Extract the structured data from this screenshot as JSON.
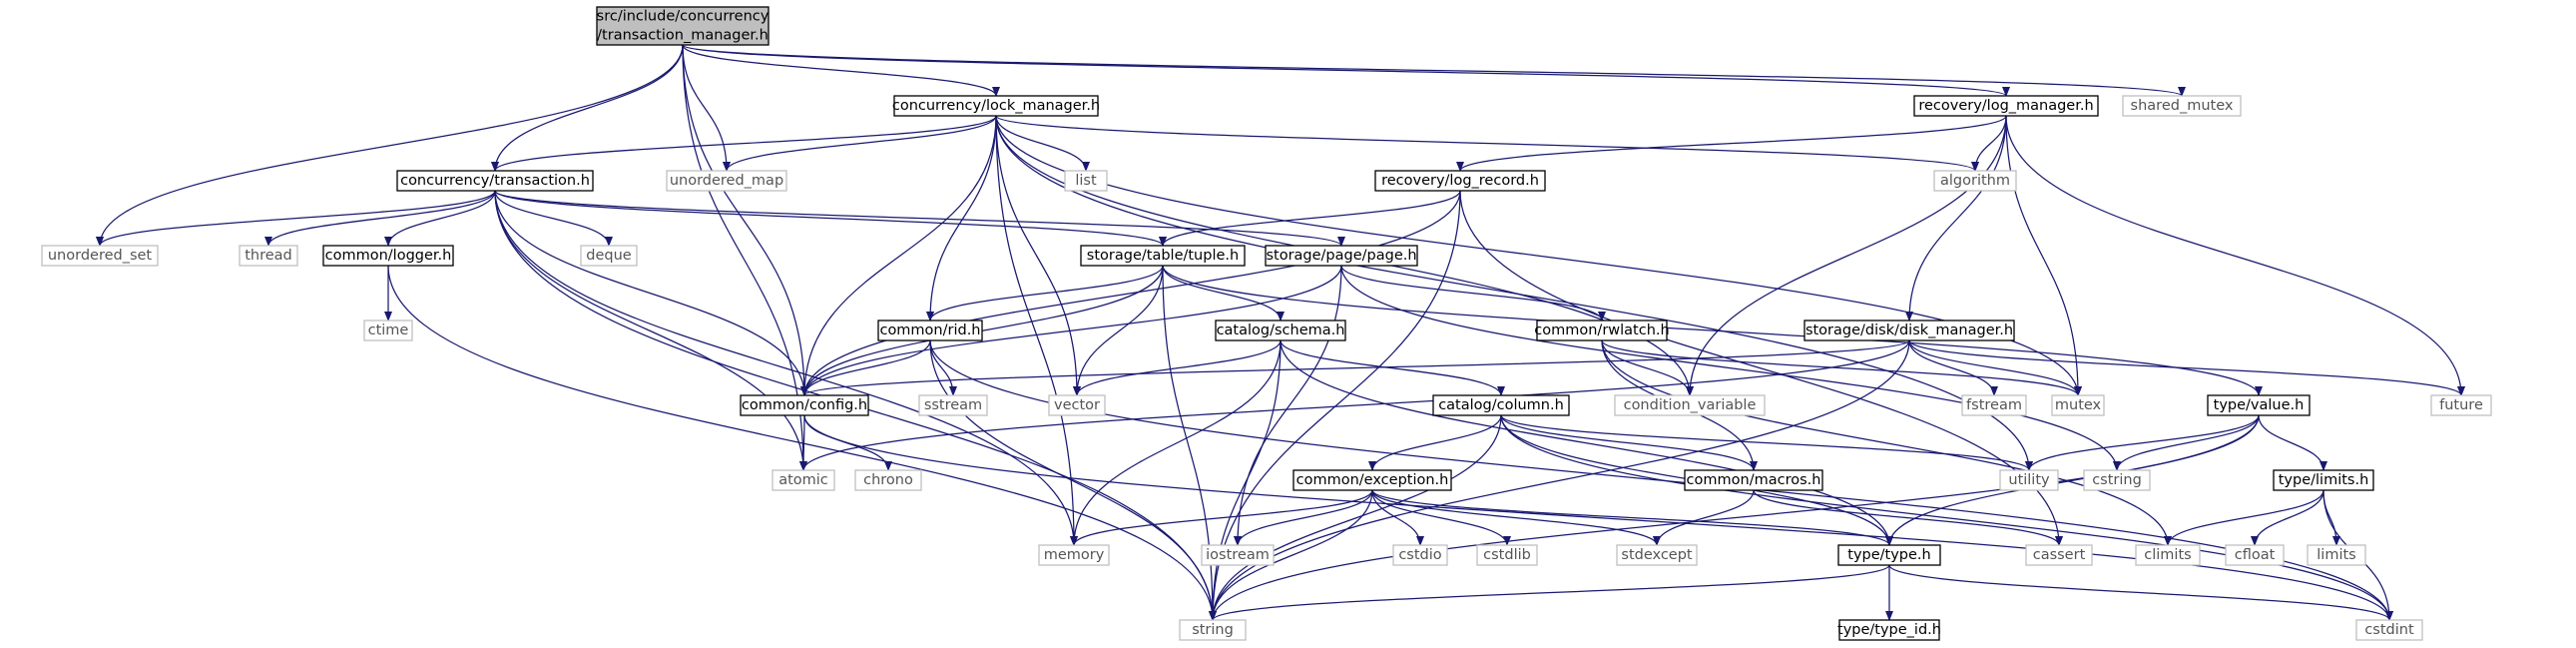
{
  "colors": {
    "edge": "#191970",
    "box_border": "#000000",
    "external_border": "#bfbfbf",
    "root_fill": "#bfbfbf",
    "box_fill": "#ffffff"
  },
  "nodes": [
    {
      "id": "root",
      "lines": [
        "src/include/concurrency",
        "/transaction_manager.h"
      ],
      "kind": "root"
    },
    {
      "id": "lock_manager",
      "lines": [
        "concurrency/lock_manager.h"
      ],
      "kind": "internal"
    },
    {
      "id": "log_manager",
      "lines": [
        "recovery/log_manager.h"
      ],
      "kind": "internal"
    },
    {
      "id": "shared_mutex",
      "lines": [
        "shared_mutex"
      ],
      "kind": "external"
    },
    {
      "id": "transaction",
      "lines": [
        "concurrency/transaction.h"
      ],
      "kind": "internal"
    },
    {
      "id": "unordered_map",
      "lines": [
        "unordered_map"
      ],
      "kind": "external"
    },
    {
      "id": "list",
      "lines": [
        "list"
      ],
      "kind": "external"
    },
    {
      "id": "log_record",
      "lines": [
        "recovery/log_record.h"
      ],
      "kind": "internal"
    },
    {
      "id": "algorithm",
      "lines": [
        "algorithm"
      ],
      "kind": "external"
    },
    {
      "id": "unordered_set",
      "lines": [
        "unordered_set"
      ],
      "kind": "external"
    },
    {
      "id": "thread",
      "lines": [
        "thread"
      ],
      "kind": "external"
    },
    {
      "id": "logger",
      "lines": [
        "common/logger.h"
      ],
      "kind": "internal"
    },
    {
      "id": "deque",
      "lines": [
        "deque"
      ],
      "kind": "external"
    },
    {
      "id": "tuple",
      "lines": [
        "storage/table/tuple.h"
      ],
      "kind": "internal"
    },
    {
      "id": "page",
      "lines": [
        "storage/page/page.h"
      ],
      "kind": "internal"
    },
    {
      "id": "ctime",
      "lines": [
        "ctime"
      ],
      "kind": "external"
    },
    {
      "id": "rid",
      "lines": [
        "common/rid.h"
      ],
      "kind": "internal"
    },
    {
      "id": "schema",
      "lines": [
        "catalog/schema.h"
      ],
      "kind": "internal"
    },
    {
      "id": "rwlatch",
      "lines": [
        "common/rwlatch.h"
      ],
      "kind": "internal"
    },
    {
      "id": "disk_manager",
      "lines": [
        "storage/disk/disk_manager.h"
      ],
      "kind": "internal"
    },
    {
      "id": "config",
      "lines": [
        "common/config.h"
      ],
      "kind": "internal"
    },
    {
      "id": "sstream",
      "lines": [
        "sstream"
      ],
      "kind": "external"
    },
    {
      "id": "vector",
      "lines": [
        "vector"
      ],
      "kind": "external"
    },
    {
      "id": "column",
      "lines": [
        "catalog/column.h"
      ],
      "kind": "internal"
    },
    {
      "id": "condition_variable",
      "lines": [
        "condition_variable"
      ],
      "kind": "external"
    },
    {
      "id": "fstream",
      "lines": [
        "fstream"
      ],
      "kind": "external"
    },
    {
      "id": "mutex",
      "lines": [
        "mutex"
      ],
      "kind": "external"
    },
    {
      "id": "value",
      "lines": [
        "type/value.h"
      ],
      "kind": "internal"
    },
    {
      "id": "future",
      "lines": [
        "future"
      ],
      "kind": "external"
    },
    {
      "id": "atomic",
      "lines": [
        "atomic"
      ],
      "kind": "external"
    },
    {
      "id": "chrono",
      "lines": [
        "chrono"
      ],
      "kind": "external"
    },
    {
      "id": "exception",
      "lines": [
        "common/exception.h"
      ],
      "kind": "internal"
    },
    {
      "id": "macros",
      "lines": [
        "common/macros.h"
      ],
      "kind": "internal"
    },
    {
      "id": "utility",
      "lines": [
        "utility"
      ],
      "kind": "external"
    },
    {
      "id": "cstring",
      "lines": [
        "cstring"
      ],
      "kind": "external"
    },
    {
      "id": "limits_h",
      "lines": [
        "type/limits.h"
      ],
      "kind": "internal"
    },
    {
      "id": "memory",
      "lines": [
        "memory"
      ],
      "kind": "external"
    },
    {
      "id": "iostream",
      "lines": [
        "iostream"
      ],
      "kind": "external"
    },
    {
      "id": "cstdio",
      "lines": [
        "cstdio"
      ],
      "kind": "external"
    },
    {
      "id": "cstdlib",
      "lines": [
        "cstdlib"
      ],
      "kind": "external"
    },
    {
      "id": "stdexcept",
      "lines": [
        "stdexcept"
      ],
      "kind": "external"
    },
    {
      "id": "type",
      "lines": [
        "type/type.h"
      ],
      "kind": "internal"
    },
    {
      "id": "cassert",
      "lines": [
        "cassert"
      ],
      "kind": "external"
    },
    {
      "id": "climits",
      "lines": [
        "climits"
      ],
      "kind": "external"
    },
    {
      "id": "cfloat",
      "lines": [
        "cfloat"
      ],
      "kind": "external"
    },
    {
      "id": "limits",
      "lines": [
        "limits"
      ],
      "kind": "external"
    },
    {
      "id": "string",
      "lines": [
        "string"
      ],
      "kind": "external"
    },
    {
      "id": "cstdint",
      "lines": [
        "cstdint"
      ],
      "kind": "external"
    },
    {
      "id": "type_id",
      "lines": [
        "type/type_id.h"
      ],
      "kind": "internal"
    }
  ],
  "edges": [
    [
      "root",
      "lock_manager"
    ],
    [
      "root",
      "log_manager"
    ],
    [
      "root",
      "shared_mutex"
    ],
    [
      "root",
      "transaction"
    ],
    [
      "root",
      "unordered_map"
    ],
    [
      "root",
      "unordered_set"
    ],
    [
      "root",
      "config"
    ],
    [
      "root",
      "atomic"
    ],
    [
      "lock_manager",
      "transaction"
    ],
    [
      "lock_manager",
      "unordered_map"
    ],
    [
      "lock_manager",
      "list"
    ],
    [
      "lock_manager",
      "algorithm"
    ],
    [
      "lock_manager",
      "rid"
    ],
    [
      "lock_manager",
      "config"
    ],
    [
      "lock_manager",
      "vector"
    ],
    [
      "lock_manager",
      "condition_variable"
    ],
    [
      "lock_manager",
      "mutex"
    ],
    [
      "lock_manager",
      "utility"
    ],
    [
      "lock_manager",
      "memory"
    ],
    [
      "log_manager",
      "log_record"
    ],
    [
      "log_manager",
      "algorithm"
    ],
    [
      "log_manager",
      "disk_manager"
    ],
    [
      "log_manager",
      "condition_variable"
    ],
    [
      "log_manager",
      "mutex"
    ],
    [
      "log_manager",
      "future"
    ],
    [
      "transaction",
      "unordered_set"
    ],
    [
      "transaction",
      "thread"
    ],
    [
      "transaction",
      "logger"
    ],
    [
      "transaction",
      "deque"
    ],
    [
      "transaction",
      "tuple"
    ],
    [
      "transaction",
      "page"
    ],
    [
      "transaction",
      "config"
    ],
    [
      "transaction",
      "atomic"
    ],
    [
      "transaction",
      "memory"
    ],
    [
      "transaction",
      "string"
    ],
    [
      "log_record",
      "tuple"
    ],
    [
      "log_record",
      "config"
    ],
    [
      "log_record",
      "string"
    ],
    [
      "log_record",
      "cassert"
    ],
    [
      "logger",
      "ctime"
    ],
    [
      "logger",
      "string"
    ],
    [
      "tuple",
      "rid"
    ],
    [
      "tuple",
      "schema"
    ],
    [
      "tuple",
      "vector"
    ],
    [
      "tuple",
      "string"
    ],
    [
      "tuple",
      "value"
    ],
    [
      "tuple",
      "config"
    ],
    [
      "page",
      "rwlatch"
    ],
    [
      "page",
      "config"
    ],
    [
      "page",
      "iostream"
    ],
    [
      "page",
      "cstring"
    ],
    [
      "rid",
      "config"
    ],
    [
      "rid",
      "sstream"
    ],
    [
      "rid",
      "string"
    ],
    [
      "rid",
      "cstdint"
    ],
    [
      "schema",
      "column"
    ],
    [
      "schema",
      "vector"
    ],
    [
      "schema",
      "string"
    ],
    [
      "schema",
      "memory"
    ],
    [
      "schema",
      "type"
    ],
    [
      "rwlatch",
      "mutex"
    ],
    [
      "rwlatch",
      "condition_variable"
    ],
    [
      "rwlatch",
      "macros"
    ],
    [
      "rwlatch",
      "climits"
    ],
    [
      "disk_manager",
      "config"
    ],
    [
      "disk_manager",
      "fstream"
    ],
    [
      "disk_manager",
      "mutex"
    ],
    [
      "disk_manager",
      "future"
    ],
    [
      "disk_manager",
      "string"
    ],
    [
      "disk_manager",
      "atomic"
    ],
    [
      "config",
      "atomic"
    ],
    [
      "config",
      "chrono"
    ],
    [
      "config",
      "cstdint"
    ],
    [
      "column",
      "exception"
    ],
    [
      "column",
      "macros"
    ],
    [
      "column",
      "type"
    ],
    [
      "column",
      "string"
    ],
    [
      "column",
      "utility"
    ],
    [
      "column",
      "cstdint"
    ],
    [
      "value",
      "utility"
    ],
    [
      "value",
      "cstring"
    ],
    [
      "value",
      "limits_h"
    ],
    [
      "value",
      "type"
    ],
    [
      "value",
      "string"
    ],
    [
      "exception",
      "memory"
    ],
    [
      "exception",
      "iostream"
    ],
    [
      "exception",
      "cstdio"
    ],
    [
      "exception",
      "cstdlib"
    ],
    [
      "exception",
      "stdexcept"
    ],
    [
      "exception",
      "string"
    ],
    [
      "exception",
      "type"
    ],
    [
      "macros",
      "cassert"
    ],
    [
      "macros",
      "stdexcept"
    ],
    [
      "limits_h",
      "climits"
    ],
    [
      "limits_h",
      "cfloat"
    ],
    [
      "limits_h",
      "limits"
    ],
    [
      "limits_h",
      "cstdint"
    ],
    [
      "type",
      "type_id"
    ],
    [
      "type",
      "string"
    ],
    [
      "type",
      "cstdint"
    ]
  ]
}
